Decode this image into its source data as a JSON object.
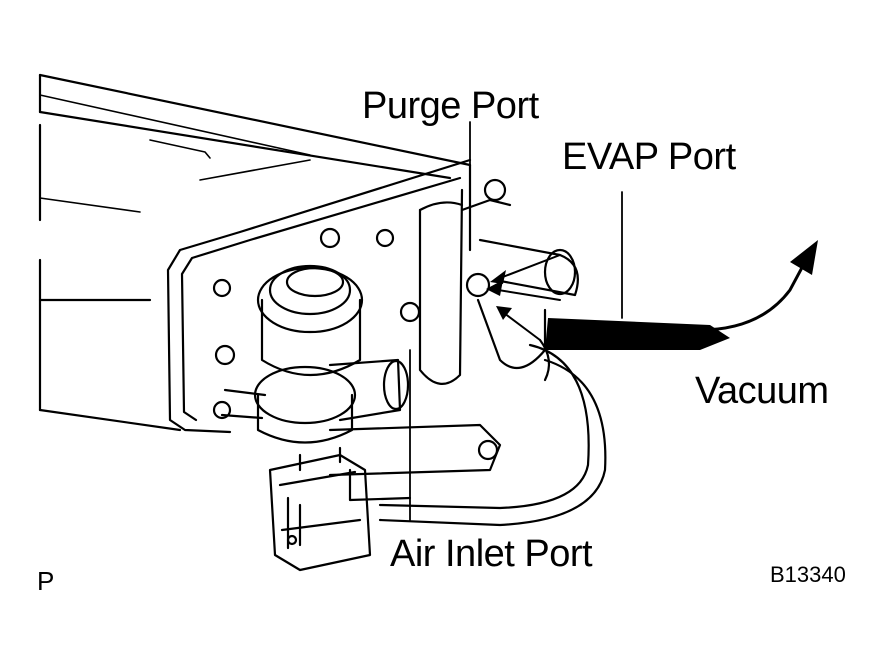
{
  "figure": {
    "labels": {
      "purge_port": "Purge Port",
      "evap_port": "EVAP Port",
      "vacuum": "Vacuum",
      "air_inlet_port": "Air Inlet Port",
      "page_letter": "P",
      "figure_code": "B13340"
    }
  }
}
